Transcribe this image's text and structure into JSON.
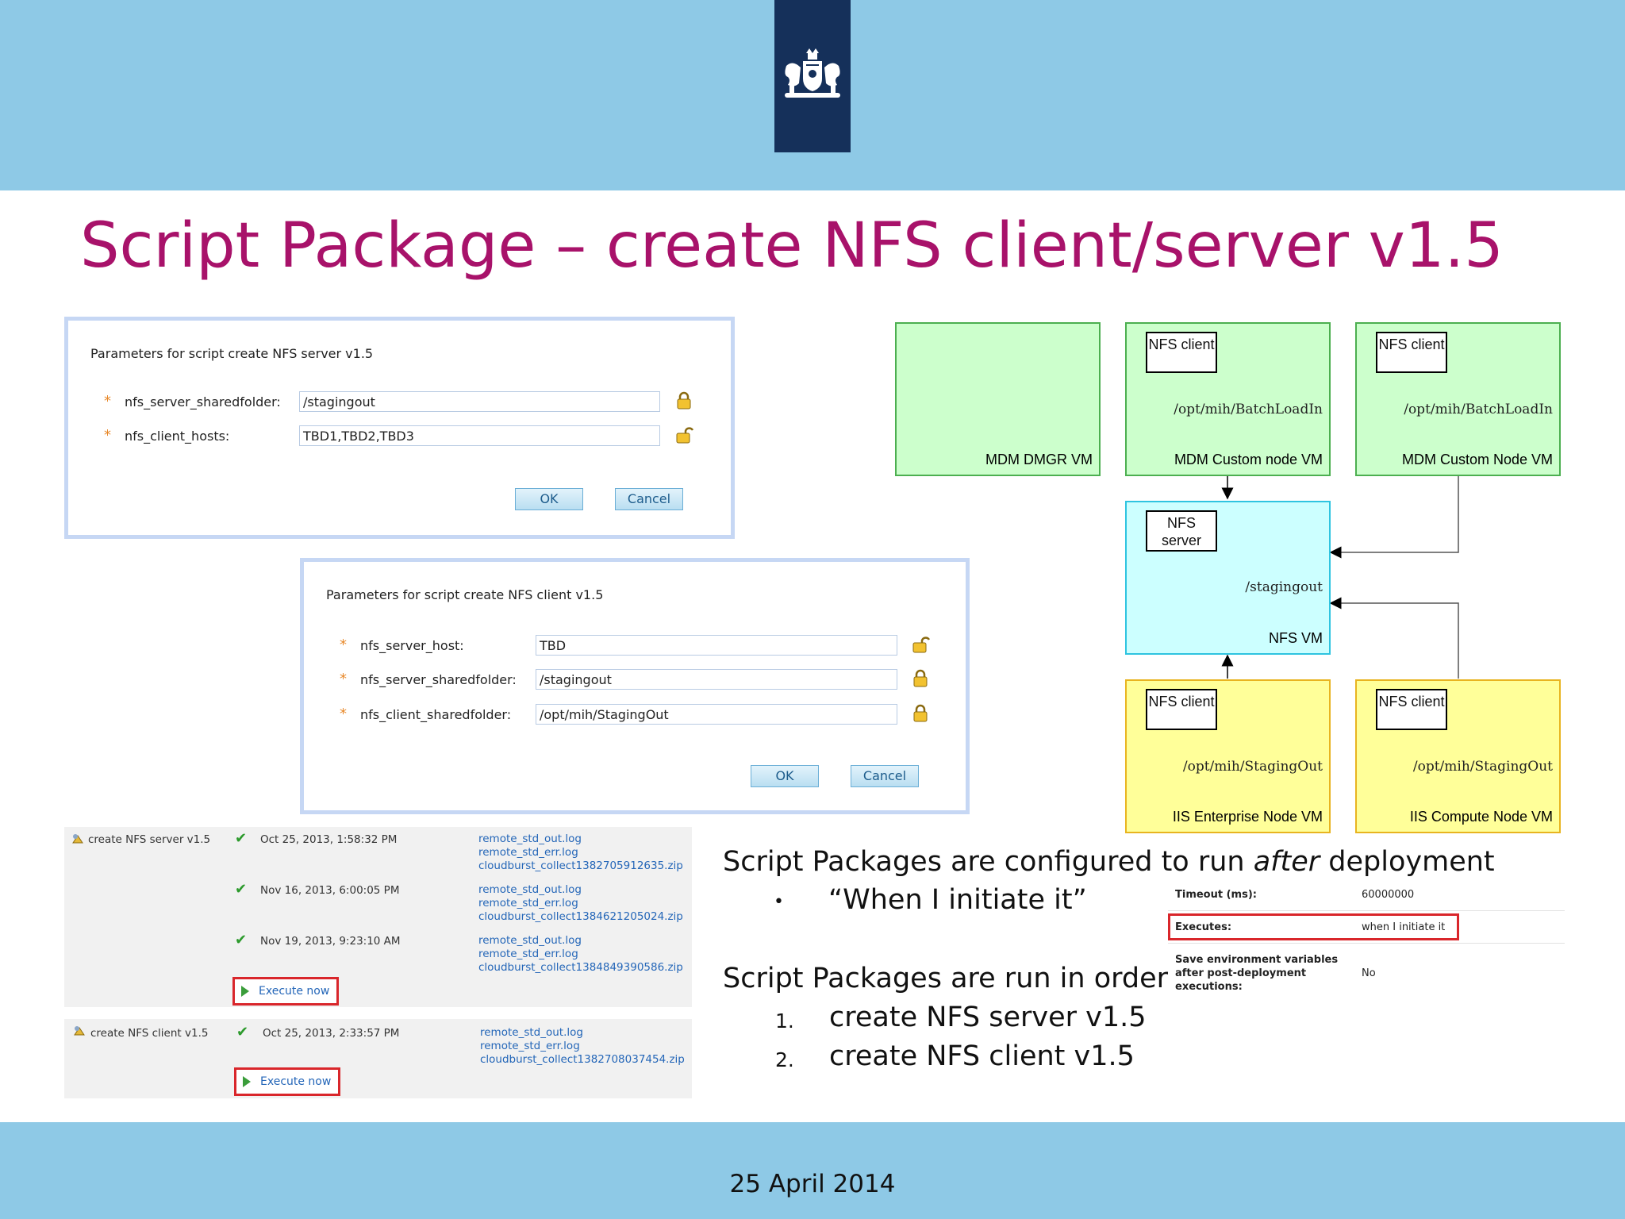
{
  "slide": {
    "title": "Script Package – create NFS client/server v1.5",
    "footer_date": "25 April 2014"
  },
  "colors": {
    "band": "#8ec9e6",
    "title": "#a8126a",
    "logo_bg": "#15305a"
  },
  "server_dialog": {
    "title": "Parameters for script create NFS server v1.5",
    "fields": [
      {
        "label": "nfs_server_sharedfolder:",
        "value": "/stagingout",
        "lock": "locked"
      },
      {
        "label": "nfs_client_hosts:",
        "value": "TBD1,TBD2,TBD3",
        "lock": "unlocked"
      }
    ],
    "ok": "OK",
    "cancel": "Cancel"
  },
  "client_dialog": {
    "title": "Parameters for script create NFS client v1.5",
    "fields": [
      {
        "label": "nfs_server_host:",
        "value": "TBD",
        "lock": "unlocked"
      },
      {
        "label": "nfs_server_sharedfolder:",
        "value": "/stagingout",
        "lock": "locked"
      },
      {
        "label": "nfs_client_sharedfolder:",
        "value": "/opt/mih/StagingOut",
        "lock": "locked"
      }
    ],
    "ok": "OK",
    "cancel": "Cancel"
  },
  "diagram": {
    "vms": [
      {
        "label": "MDM DMGR VM",
        "path": "",
        "inner": "",
        "color": "green"
      },
      {
        "label": "MDM Custom node VM",
        "path": "/opt/mih/BatchLoadIn",
        "inner": "NFS client",
        "color": "green"
      },
      {
        "label": "MDM Custom Node VM",
        "path": "/opt/mih/BatchLoadIn",
        "inner": "NFS client",
        "color": "green"
      },
      {
        "label": "NFS VM",
        "path": "/stagingout",
        "inner": "NFS server",
        "color": "cyan"
      },
      {
        "label": "IIS Enterprise Node VM",
        "path": "/opt/mih/StagingOut",
        "inner": "NFS client",
        "color": "yellow"
      },
      {
        "label": "IIS Compute Node VM",
        "path": "/opt/mih/StagingOut",
        "inner": "NFS client",
        "color": "yellow"
      }
    ]
  },
  "executions": {
    "server": {
      "name": "create NFS server v1.5",
      "runs": [
        {
          "date": "Oct 25, 2013, 1:58:32 PM",
          "links": [
            "remote_std_out.log",
            "remote_std_err.log",
            "cloudburst_collect1382705912635.zip"
          ]
        },
        {
          "date": "Nov 16, 2013, 6:00:05 PM",
          "links": [
            "remote_std_out.log",
            "remote_std_err.log",
            "cloudburst_collect1384621205024.zip"
          ]
        },
        {
          "date": "Nov 19, 2013, 9:23:10 AM",
          "links": [
            "remote_std_out.log",
            "remote_std_err.log",
            "cloudburst_collect1384849390586.zip"
          ]
        }
      ],
      "execute_now": "Execute now"
    },
    "client": {
      "name": "create NFS client v1.5",
      "runs": [
        {
          "date": "Oct 25, 2013, 2:33:57 PM",
          "links": [
            "remote_std_out.log",
            "remote_std_err.log",
            "cloudburst_collect1382708037454.zip"
          ]
        }
      ],
      "execute_now": "Execute now"
    }
  },
  "bullets": {
    "configured_prefix": "Script Packages are configured to run ",
    "configured_em": "after",
    "configured_suffix": " deployment",
    "sub_bullet_marker": "•",
    "sub_bullet": "“When I initiate it”",
    "order_heading": "Script Packages are run in order",
    "order_items": [
      {
        "num": "1.",
        "text": "create NFS server v1.5"
      },
      {
        "num": "2.",
        "text": "create NFS client v1.5"
      }
    ]
  },
  "settings": {
    "timeout_label": "Timeout (ms):",
    "timeout_value": "60000000",
    "executes_label": "Executes:",
    "executes_value": "when I initiate it",
    "save_env_label_1": "Save environment variables",
    "save_env_label_2": "after post-deployment",
    "save_env_label_3": "executions:",
    "save_env_value": "No"
  }
}
